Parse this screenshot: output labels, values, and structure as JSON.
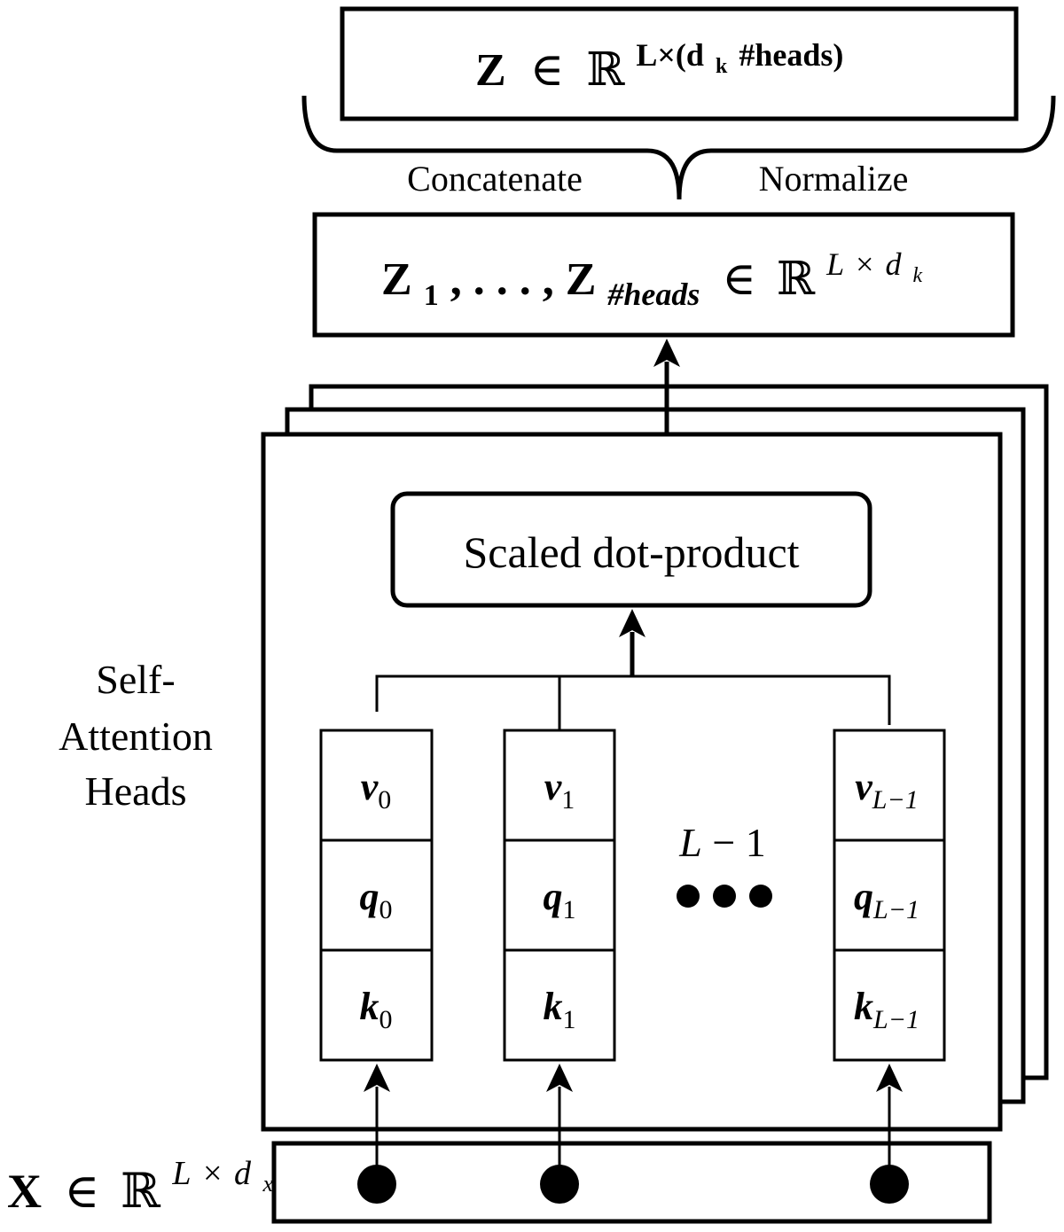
{
  "output_block": {
    "z": "Z",
    "in": "∈",
    "reals": "ℝ",
    "sup_prefix": "L×(d",
    "sup_sub": "k",
    "sup_suffix": "#heads)"
  },
  "brace_labels": {
    "left": "Concatenate",
    "right": "Normalize"
  },
  "heads_output": {
    "z1": "Z",
    "z1_sub": "1",
    "dots": ", . . . , ",
    "zh": "Z",
    "zh_sub": "#heads",
    "in": "∈",
    "reals": "ℝ",
    "sup_l": "L",
    "sup_times": "×",
    "sup_d": "d",
    "sup_d_sub": "k"
  },
  "heads_label": [
    "Self-",
    "Attention",
    "Heads"
  ],
  "attention_box": "Scaled dot-product",
  "tokens": [
    {
      "v": "v",
      "q": "q",
      "k": "k",
      "sub": "0"
    },
    {
      "v": "v",
      "q": "q",
      "k": "k",
      "sub": "1"
    },
    {
      "v": "v",
      "q": "q",
      "k": "k",
      "sub": "L−1"
    }
  ],
  "ellipsis": {
    "label_l": "L",
    "label_rest": " − 1",
    "dots": 3
  },
  "input": {
    "x": "X",
    "in": "∈",
    "reals": "ℝ",
    "sup_l": "L",
    "sup_times": "×",
    "sup_d": "d",
    "sup_d_sub": "x"
  }
}
